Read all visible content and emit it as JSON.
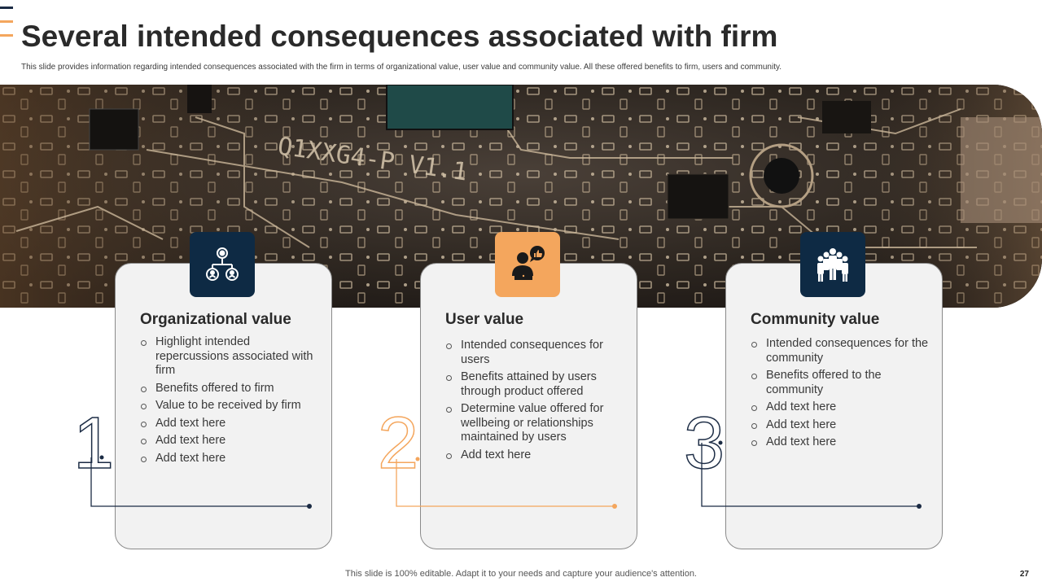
{
  "title": "Several intended consequences associated with firm",
  "subtitle": "This slide provides information regarding intended consequences associated with the firm in terms of organizational value, user value and community value. All these offered benefits to firm, users and community.",
  "banner": {
    "chip_label": "Q1XXG4-P V1.1"
  },
  "cards": [
    {
      "number": "1",
      "title": "Organizational value",
      "items": [
        "Highlight intended repercussions associated with firm",
        "Benefits offered to firm",
        "Value to be received by firm",
        "Add text here",
        "Add text here",
        "Add text here"
      ]
    },
    {
      "number": "2",
      "title": "User value",
      "items": [
        "Intended consequences for users",
        "Benefits attained by users through product offered",
        "Determine value offered for wellbeing or relationships maintained by users",
        "Add text here"
      ]
    },
    {
      "number": "3",
      "title": "Community value",
      "items": [
        "Intended consequences for the community",
        "Benefits offered to the community",
        "Add text here",
        "Add text here",
        "Add text here"
      ]
    }
  ],
  "icons": [
    "organization-network-icon",
    "user-feedback-icon",
    "community-group-icon"
  ],
  "colors": {
    "navy": "#0e2a44",
    "orange": "#f4a65d",
    "card_bg": "#f2f2f2"
  },
  "footer": "This slide is 100% editable. Adapt it to your needs and capture your audience's attention.",
  "page_number": "27"
}
